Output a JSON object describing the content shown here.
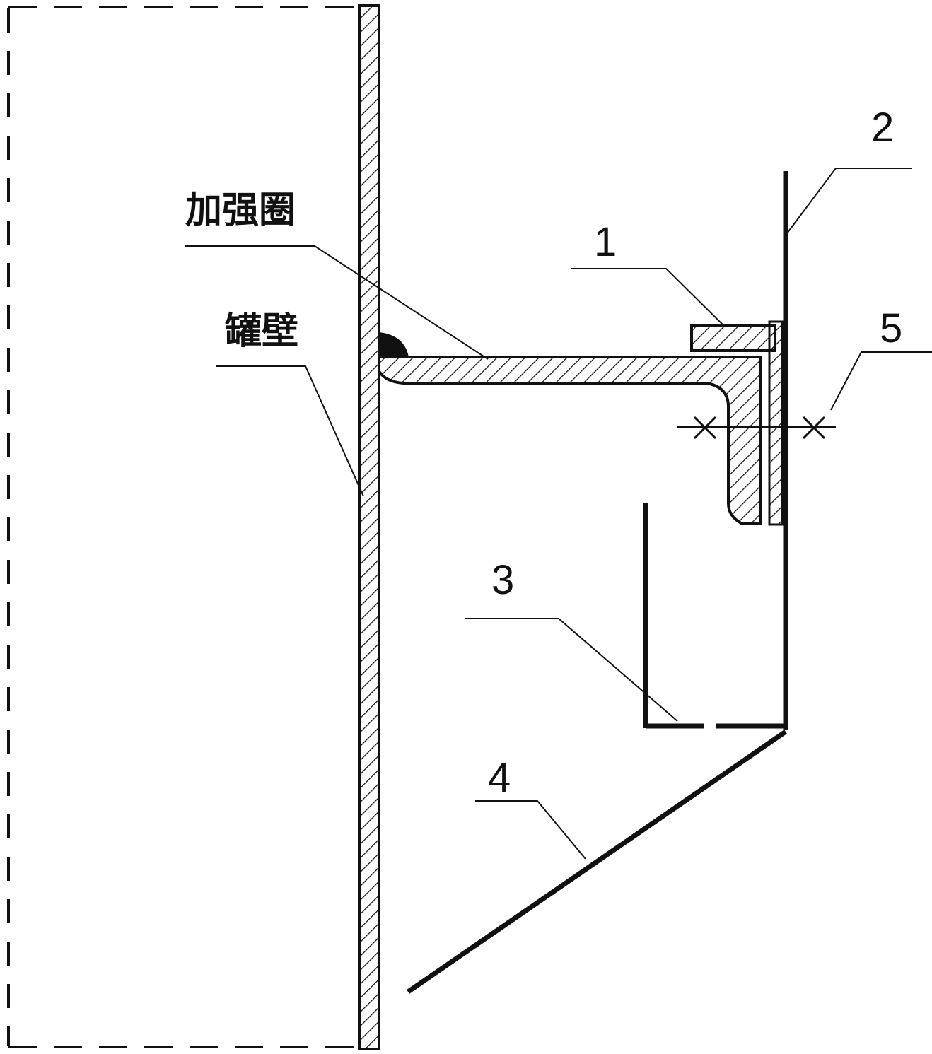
{
  "labels": {
    "ring": "加强圈",
    "wall": "罐壁",
    "n1": "1",
    "n2": "2",
    "n3": "3",
    "n4": "4",
    "n5": "5"
  },
  "colors": {
    "stroke": "#111111",
    "background": "#ffffff"
  }
}
